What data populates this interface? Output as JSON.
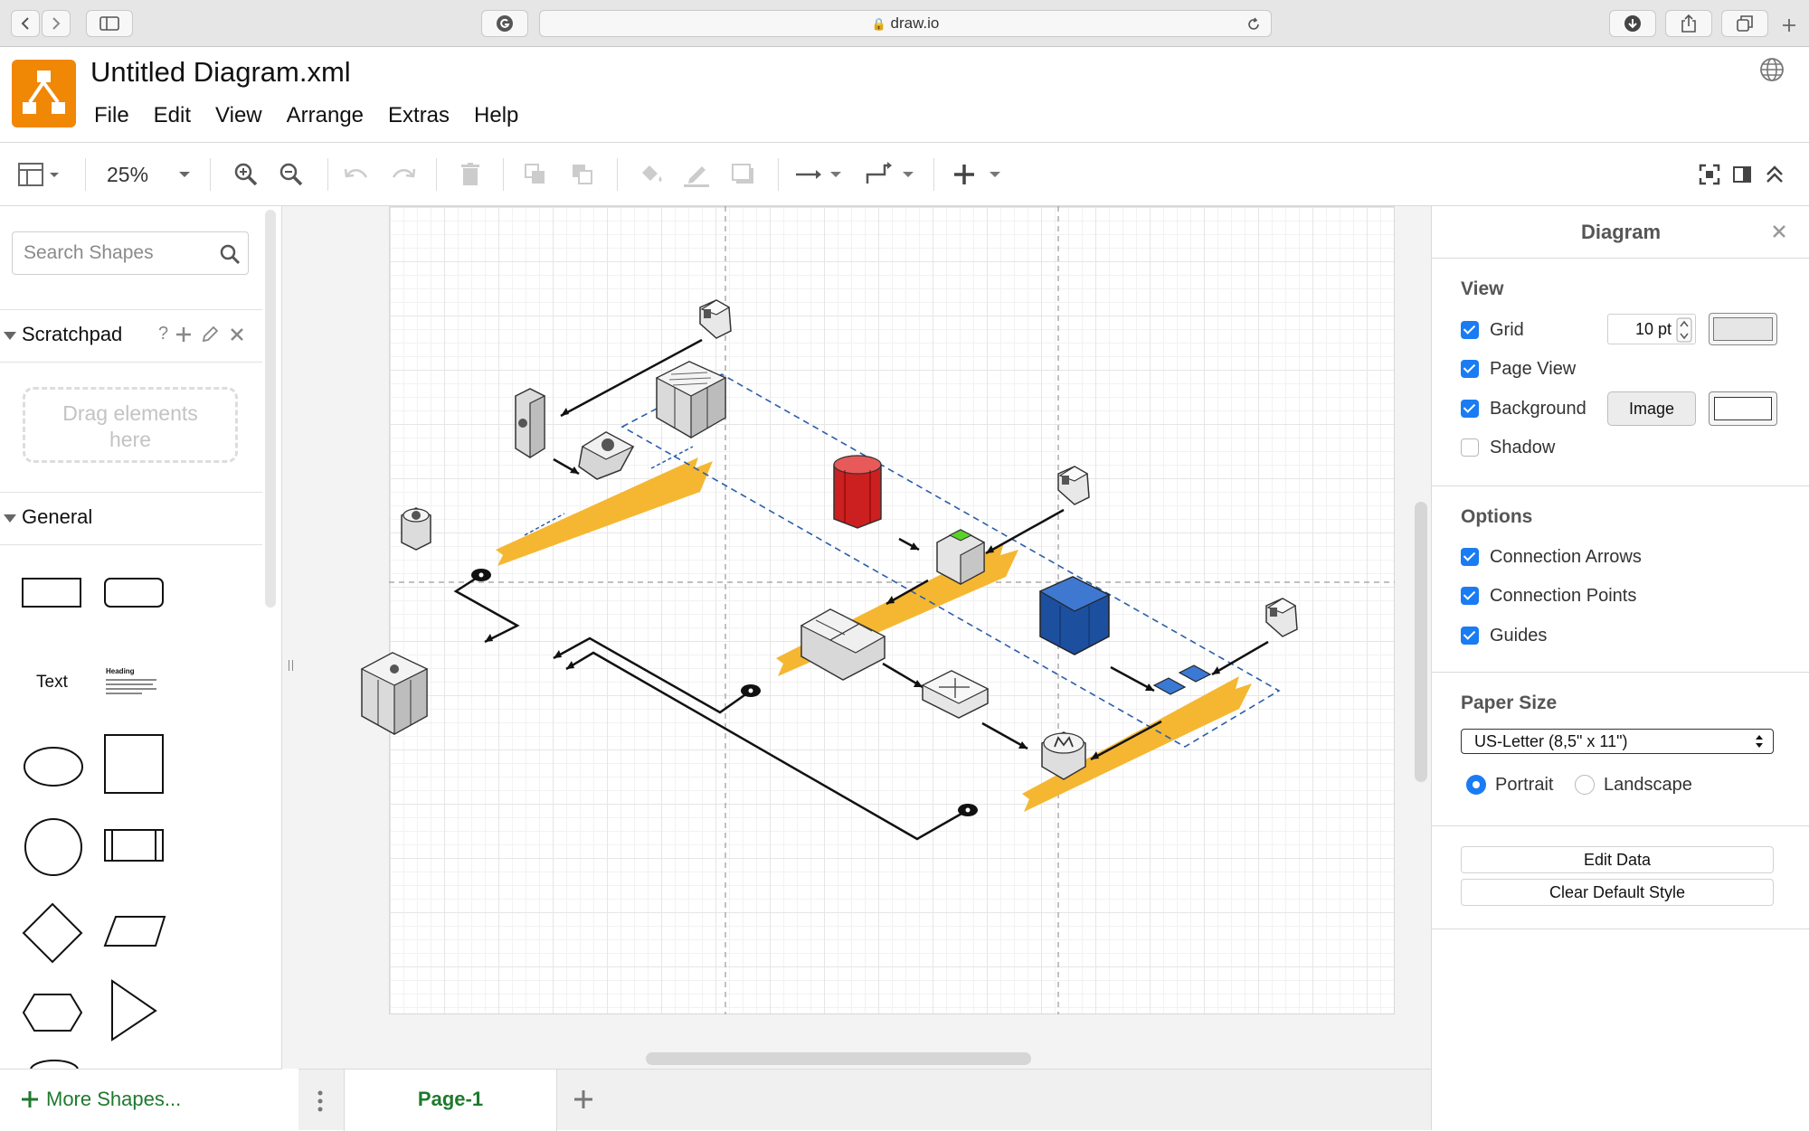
{
  "browser": {
    "url": "draw.io"
  },
  "app": {
    "title": "Untitled Diagram.xml",
    "accent_color": "#f08705",
    "menu": [
      "File",
      "Edit",
      "View",
      "Arrange",
      "Extras",
      "Help"
    ]
  },
  "toolbar": {
    "zoom": "25%"
  },
  "sidebar": {
    "search_placeholder": "Search Shapes",
    "scratchpad_title": "Scratchpad",
    "scratchpad_help": "?",
    "drag_hint_line1": "Drag elements",
    "drag_hint_line2": "here",
    "general_title": "General",
    "shape_text_label": "Text",
    "shape_heading_label": "Heading",
    "more_shapes": "More Shapes..."
  },
  "pages": {
    "current": "Page-1"
  },
  "format_panel": {
    "title": "Diagram",
    "view_title": "View",
    "grid_label": "Grid",
    "grid_size": "10 pt",
    "page_view_label": "Page View",
    "background_label": "Background",
    "image_button": "Image",
    "shadow_label": "Shadow",
    "options_title": "Options",
    "connection_arrows": "Connection Arrows",
    "connection_points": "Connection Points",
    "guides": "Guides",
    "paper_size_title": "Paper Size",
    "paper_size_value": "US-Letter (8,5\" x 11\")",
    "portrait_label": "Portrait",
    "landscape_label": "Landscape",
    "edit_data": "Edit Data",
    "clear_default_style": "Clear Default Style"
  },
  "checkbox_state": {
    "grid": true,
    "page_view": true,
    "background": true,
    "shadow": false,
    "connection_arrows": true,
    "connection_points": true,
    "guides": true
  },
  "colors": {
    "checkbox_blue": "#1a7cf2",
    "flow_orange": "#f5b731",
    "tab_green": "#1e7a2e"
  }
}
